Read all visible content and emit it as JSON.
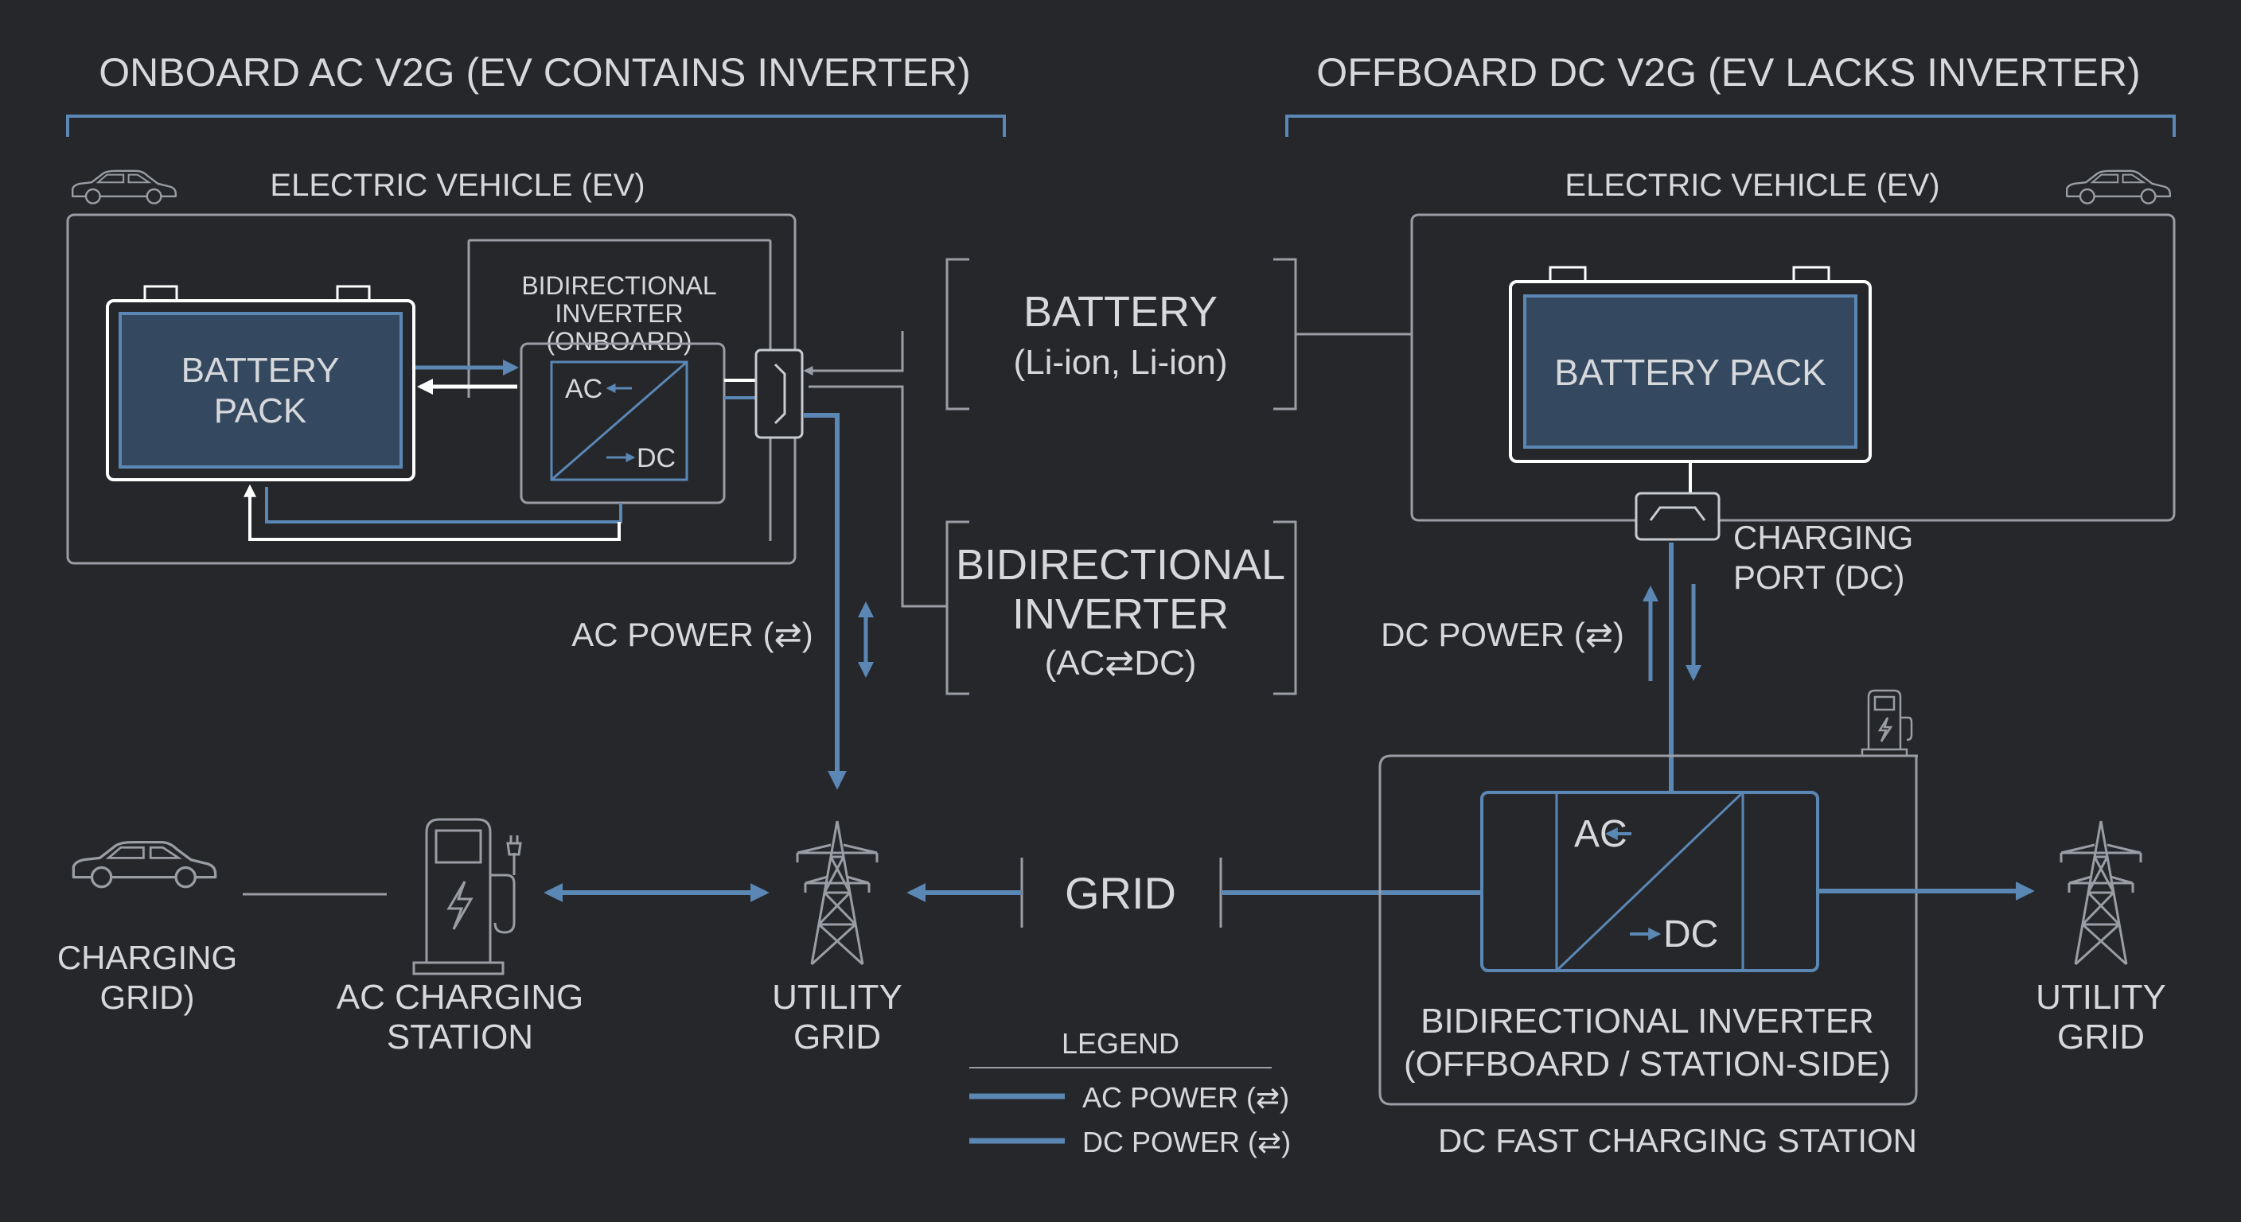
{
  "left_panel": {
    "title": "ONBOARD AC V2G (EV CONTAINS INVERTER)",
    "ev_label": "ELECTRIC VEHICLE (EV)",
    "battery_line1": "BATTERY",
    "battery_line2": "PACK",
    "inverter_line1": "BIDIRECTIONAL",
    "inverter_line2": "INVERTER",
    "inverter_line3": "(ONBOARD)",
    "inverter_ac": "AC",
    "inverter_dc": "DC",
    "ac_power": "AC POWER (⇄)",
    "charging_grid_line1": "CHARGING",
    "charging_grid_line2": "GRID)",
    "station_line1": "AC CHARGING",
    "station_line2": "STATION",
    "utility_line1": "UTILITY",
    "utility_line2": "GRID"
  },
  "center": {
    "battery_title": "BATTERY",
    "battery_sub": "(Li-ion, Li-ion)",
    "inverter_line1": "BIDIRECTIONAL",
    "inverter_line2": "INVERTER",
    "inverter_sub": "(AC⇄DC)",
    "grid": "GRID",
    "legend_title": "LEGEND",
    "legend_ac": "AC POWER (⇄)",
    "legend_dc": "DC POWER (⇄)"
  },
  "right_panel": {
    "title": "OFFBOARD DC V2G (EV LACKS INVERTER)",
    "ev_label": "ELECTRIC VEHICLE (EV)",
    "battery": "BATTERY PACK",
    "port_line1": "CHARGING",
    "port_line2": "PORT (DC)",
    "dc_power": "DC POWER (⇄)",
    "inverter_ac": "AC",
    "inverter_dc": "DC",
    "inverter_line1": "BIDIRECTIONAL INVERTER",
    "inverter_line2": "(OFFBOARD / STATION-SIDE)",
    "station": "DC FAST CHARGING STATION",
    "utility_line1": "UTILITY",
    "utility_line2": "GRID"
  },
  "colors": {
    "background": "#25272b",
    "accent_blue": "#5b87b5",
    "frame_gray": "#9a9ea4",
    "text": "#d6d8dc",
    "battery_fill": "#34495f"
  }
}
